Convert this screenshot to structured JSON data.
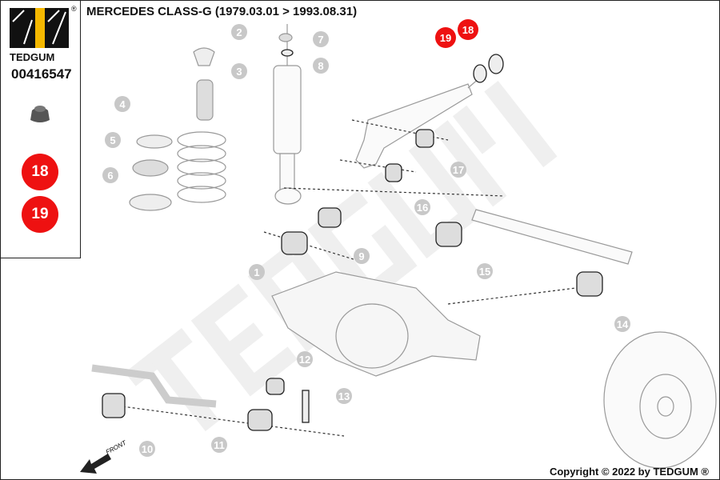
{
  "brand": {
    "name": "TEDGUM",
    "registered": "®"
  },
  "part_number": "00416547",
  "title": "MERCEDES CLASS-G (1979.03.01 > 1993.08.31)",
  "highlighted_parts": [
    "18",
    "19"
  ],
  "callouts": [
    "1",
    "2",
    "3",
    "4",
    "5",
    "6",
    "7",
    "8",
    "9",
    "10",
    "11",
    "12",
    "13",
    "14",
    "15",
    "16",
    "17",
    "18",
    "19"
  ],
  "front_label": "FRONT",
  "watermark": "TEDGUM",
  "copyright": "Copyright © 2022 by TEDGUM ®",
  "colors": {
    "highlight": "#ee1111",
    "callout": "#c8c8c8",
    "logo_yellow": "#f5b800"
  }
}
